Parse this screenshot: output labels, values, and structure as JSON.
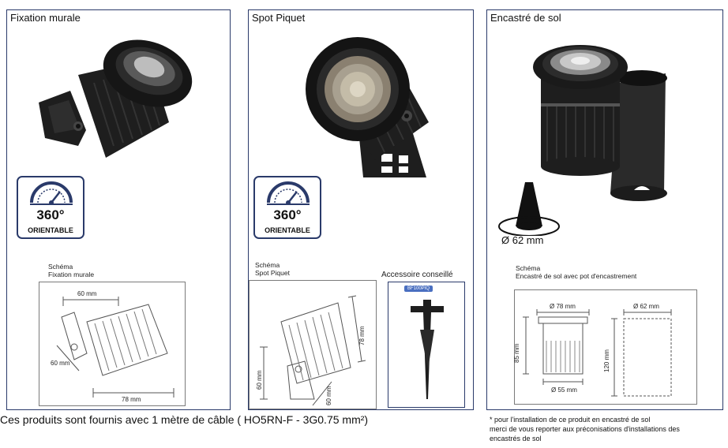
{
  "panels": {
    "wall": {
      "title": "Fixation murale",
      "badge": {
        "angle": "360°",
        "label": "ORIENTABLE",
        "icon": "rotation-dial-icon"
      },
      "schema": {
        "label_1": "Schéma",
        "label_2": "Fixation murale",
        "dim_top": "60 mm",
        "dim_side": "60 mm",
        "dim_bottom": "78 mm"
      }
    },
    "spike": {
      "title": "Spot Piquet",
      "badge": {
        "angle": "360°",
        "label": "ORIENTABLE",
        "icon": "rotation-dial-icon"
      },
      "schema": {
        "label_1": "Schéma",
        "label_2": "Spot Piquet",
        "dim_height": "78 mm",
        "dim_left": "60 mm",
        "dim_bottom": "60 mm"
      },
      "accessory": {
        "title": "Accessoire conseillé",
        "ref": "BF100PIQ"
      }
    },
    "ground": {
      "title": "Encastré de sol",
      "drill_diameter": "Ø 62 mm",
      "schema": {
        "label_1": "Schéma",
        "label_2": "Encastré de sol avec pot d'encastrement",
        "dim_top": "Ø 78 mm",
        "dim_height": "85 mm",
        "dim_bottom": "Ø 55 mm",
        "pot_diameter": "Ø 62 mm",
        "pot_height": "120 mm"
      }
    }
  },
  "footer": {
    "cable_note": "Ces produits sont fournis avec 1 mètre de câble ( HO5RN-F - 3G0.75 mm²)",
    "install_note_1": "* pour l'installation de ce produit en encastré de sol",
    "install_note_2": "merci de vous reporter aux préconisations d'installations des",
    "install_note_3": "encastrés de sol"
  },
  "colors": {
    "frame": "#2a3a6a",
    "product": "#1e1e1e",
    "accessory_tag": "#4a6fc0"
  }
}
